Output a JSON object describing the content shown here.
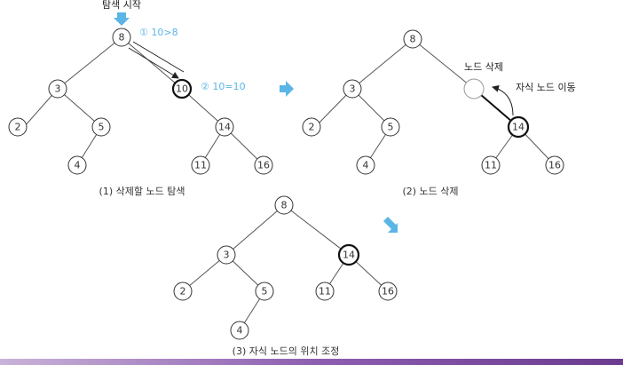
{
  "panels": {
    "p1": {
      "caption": "(1) 삭제할 노드 탐색",
      "start_label": "탐색 시작",
      "step1": "① 10>8",
      "step2": "② 10=10",
      "nodes": {
        "n8": "8",
        "n3": "3",
        "n10": "10",
        "n2": "2",
        "n5": "5",
        "n14": "14",
        "n4": "4",
        "n11": "11",
        "n16": "16"
      }
    },
    "p2": {
      "caption": "(2) 노드 삭제",
      "delete_label": "노드 삭제",
      "move_label": "자식 노드 이동",
      "nodes": {
        "n8": "8",
        "n3": "3",
        "n2": "2",
        "n5": "5",
        "n14": "14",
        "n4": "4",
        "n11": "11",
        "n16": "16"
      }
    },
    "p3": {
      "caption": "(3) 자식 노드의 위치 조정",
      "nodes": {
        "n8": "8",
        "n3": "3",
        "n14": "14",
        "n2": "2",
        "n5": "5",
        "n11": "11",
        "n16": "16",
        "n4": "4"
      }
    }
  },
  "colors": {
    "accent": "#5bb6e6",
    "footer": "#8e5fb0"
  }
}
